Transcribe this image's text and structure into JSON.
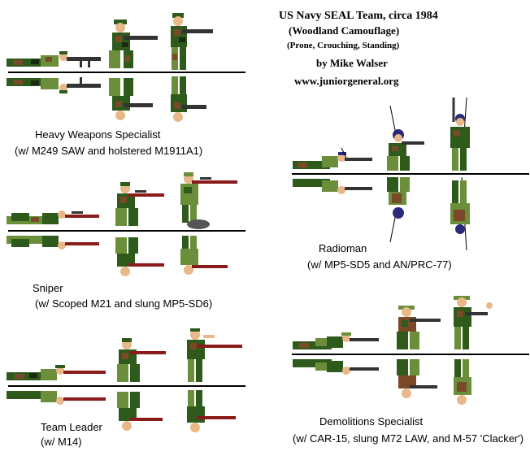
{
  "header": {
    "title": "US Navy SEAL Team, circa 1984",
    "camo": "(Woodland Camouflage)",
    "poses": "(Prone, Crouching, Standing)",
    "author": "by Mike Walser",
    "website": "www.juniorgeneral.org"
  },
  "units": {
    "heavy_weapons": {
      "name": "Heavy Weapons Specialist",
      "weapons": "(w/ M249 SAW and holstered M1911A1)"
    },
    "sniper": {
      "name": "Sniper",
      "weapons": "(w/ Scoped M21 and slung MP5-SD6)"
    },
    "team_leader": {
      "name": "Team Leader",
      "weapons": "(w/ M14)"
    },
    "radioman": {
      "name": "Radioman",
      "weapons": "(w/ MP5-SD5 and AN/PRC-77)"
    },
    "demolitions": {
      "name": "Demolitions Specialist",
      "weapons": "(w/ CAR-15, slung M72 LAW, and M-57 'Clacker')"
    }
  },
  "colors": {
    "camo_green": "#2e5a1c",
    "camo_brown": "#7a4a28",
    "camo_light": "#6b8e3a",
    "camo_dark": "#1a2a10",
    "skin": "#e8b888",
    "weapon": "#333333",
    "rifle_wood": "#8b1a1a",
    "beret": "#2a2a7a",
    "fold_line": "#000000"
  }
}
